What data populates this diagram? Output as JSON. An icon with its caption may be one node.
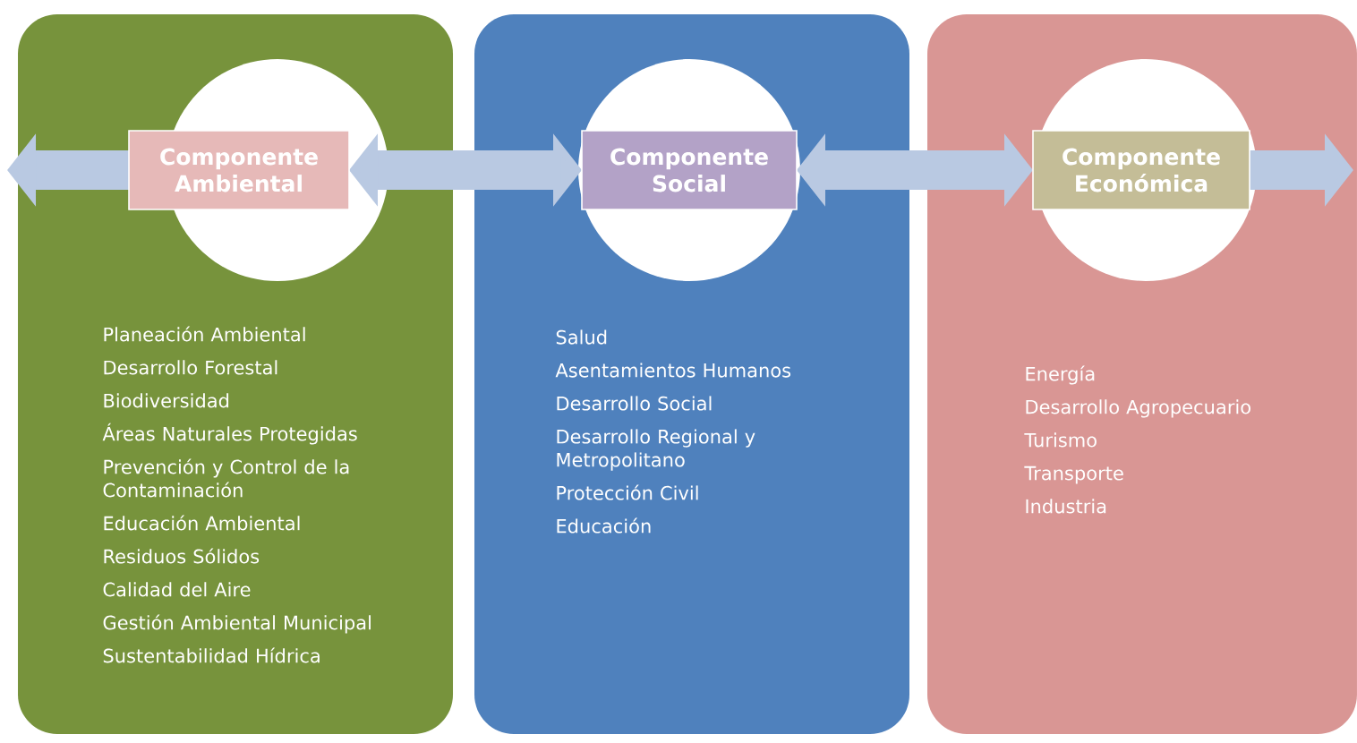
{
  "diagram": {
    "nodes": [
      {
        "text": [
          "Planeación Ambiental",
          "Desarrollo Forestal",
          "Biodiversidad",
          "Áreas Naturales Protegidas",
          "Prevención y Control de la Contaminación",
          "Educación Ambiental",
          "Residuos Sólidos",
          "Calidad del Aire",
          "Gestión Ambiental Municipal",
          "Sustentabilidad Hídrica"
        ]
      },
      {
        "text": [
          "Componente Ambiental"
        ],
        "in": 0
      },
      {
        "text": [
          "Salud",
          "Asentamientos Humanos",
          "Desarrollo Social",
          "Desarrollo Regional y Metropolitano",
          "Protección Civil",
          "Educación"
        ]
      },
      {
        "text": [
          "Componente Social"
        ],
        "in": 2
      },
      {
        "text": [
          "Energía",
          "Desarrollo Agropecuario",
          "Turismo",
          "Transporte",
          "Industria"
        ]
      },
      {
        "text": [
          "Componente Económica"
        ],
        "in": 4
      }
    ],
    "edges": [
      {
        "from": 1,
        "to": null,
        "arrow": "to"
      },
      {
        "from": 1,
        "to": 3,
        "arrow": "both"
      },
      {
        "from": 3,
        "to": 5,
        "arrow": "both"
      },
      {
        "from": 5,
        "to": null,
        "arrow": "to"
      }
    ]
  }
}
